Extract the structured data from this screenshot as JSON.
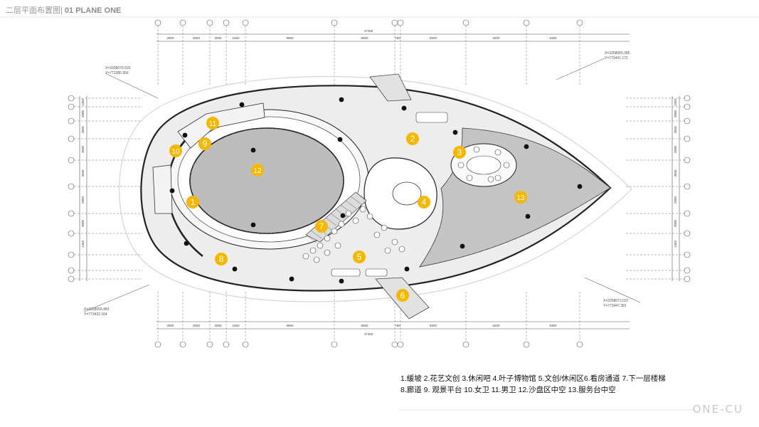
{
  "header": {
    "title_prefix": "二层平面布置图|",
    "title_main": "01 PLANE ONE"
  },
  "legend": {
    "line1": "1.缓坡   2.花艺文创  3.休闲吧 4.叶子博物馆   5.文创/休闲区6.看房通道   7.下一层楼梯",
    "line2": "8.廊道 9. 观景平台 10.女卫 11.男卫  12.沙盘区中空  13.服务台中空"
  },
  "brand": "ONE-CU",
  "plan": {
    "marker_color": "#f5b800",
    "markers": [
      {
        "num": "1"
      },
      {
        "num": "2"
      },
      {
        "num": "3"
      },
      {
        "num": "4"
      },
      {
        "num": "5"
      },
      {
        "num": "6"
      },
      {
        "num": "7"
      },
      {
        "num": "8"
      },
      {
        "num": "9"
      },
      {
        "num": "10"
      },
      {
        "num": "11"
      },
      {
        "num": "12"
      },
      {
        "num": "13"
      }
    ],
    "dimensions_top": [
      "2800",
      "3000",
      "3000",
      "1650",
      "9850",
      "6550",
      "750",
      "8300",
      "6200",
      "5350"
    ],
    "dimensions_bottom": [
      "2800",
      "3000",
      "3000",
      "1650",
      "9850",
      "6550",
      "750",
      "8300",
      "6200",
      "5350"
    ],
    "total_top": "47450",
    "total_bottom": "47450",
    "left_dims": [
      "1350",
      "3000",
      "2850",
      "3500",
      "3500",
      "2850",
      "3000",
      "1350"
    ],
    "right_dims": [
      "1350",
      "3000",
      "2850",
      "3500",
      "3500",
      "2850",
      "3000",
      "1350"
    ],
    "coordinates": [
      "X=3358076.620",
      "Y=773385.956",
      "X=3358080.385",
      "Y=773441.172",
      "X=3358056.483",
      "Y=773432.164",
      "X=3358073.037",
      "Y=773447.381"
    ]
  }
}
